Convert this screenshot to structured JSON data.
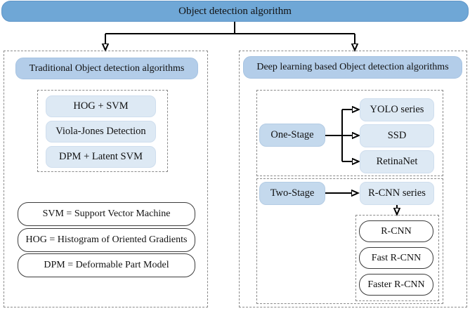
{
  "diagram": {
    "title": "Object detection algorithm",
    "left": {
      "header": "Traditional Object detection algorithms",
      "methods": [
        "HOG + SVM",
        "Viola-Jones Detection",
        "DPM + Latent SVM"
      ],
      "legend": [
        "SVM = Support Vector Machine",
        "HOG = Histogram of Oriented Gradients",
        "DPM = Deformable Part Model"
      ]
    },
    "right": {
      "header": "Deep learning based Object detection algorithms",
      "one_stage": {
        "label": "One-Stage",
        "children": [
          "YOLO series",
          "SSD",
          "RetinaNet"
        ]
      },
      "two_stage": {
        "label": "Two-Stage",
        "series_label": "R-CNN series",
        "children": [
          "R-CNN",
          "Fast R-CNN",
          "Faster R-CNN"
        ]
      }
    },
    "colors": {
      "root_fill": "#6fa7d6",
      "header_fill": "#b3cde9",
      "stage_fill": "#c4d9ed",
      "leaf_fill": "#dde9f4",
      "legend_fill": "#ffffff",
      "line": "#000000",
      "dashed_border": "#8a8a8a"
    }
  }
}
